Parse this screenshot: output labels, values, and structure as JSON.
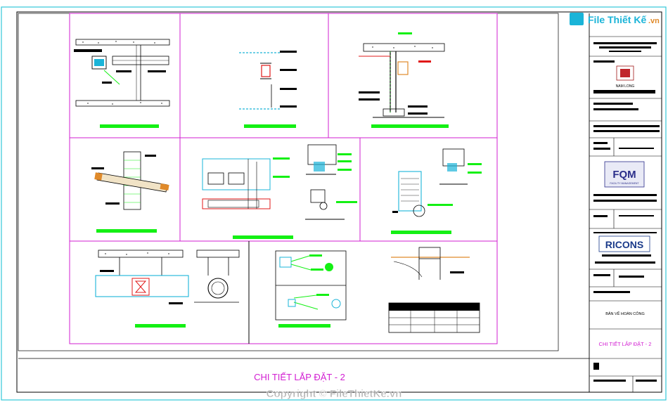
{
  "sheet_title": "CHI TIẾT LẮP ĐẶT - 2",
  "watermark": "Copyright © FileThietKe.vn",
  "logo": {
    "brand": "File Thiết Kế",
    "suffix": ".vn"
  },
  "title_block": {
    "company_logo_1": "NAM LONG",
    "company_logo_2": "FQM",
    "company_logo_2_sub": "FACILITY MANAGEMENT",
    "company_logo_3": "RICONS",
    "drawing_name": "CHI TIẾT LẮP ĐẶT - 2",
    "status": "BẢN VẼ HOÀN CÔNG"
  },
  "colors": {
    "frame": "#000000",
    "outer_border": "#33c8d8",
    "panel_border": "#d21fd2",
    "label_green": "#14f014",
    "title_magenta": "#d21fd2",
    "detail_cyan": "#1ab4d8",
    "detail_red": "#e01818",
    "detail_orange": "#e08a2a"
  }
}
